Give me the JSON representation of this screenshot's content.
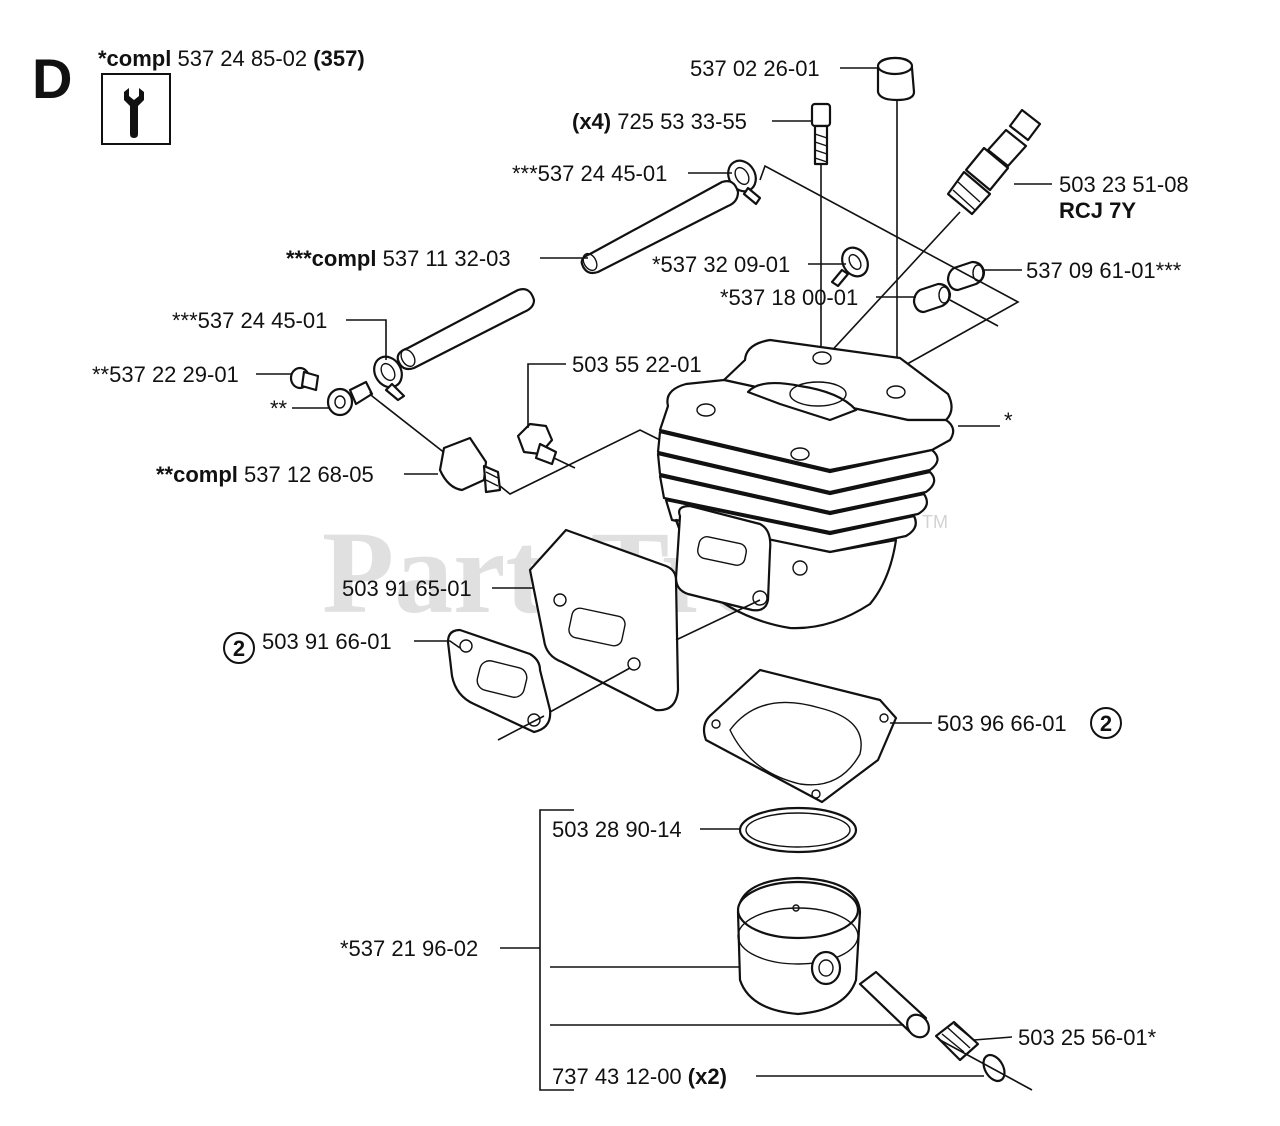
{
  "section_letter": "D",
  "header": {
    "prefix": "*compl",
    "number": "537 24 85-02",
    "suffix": "(357)"
  },
  "tool_icon": "wrench-icon",
  "watermark": "PartsTree",
  "watermark_tm": "TM",
  "labels": {
    "cap": "537 02 26-01",
    "bolt_qty": "(x4)",
    "bolt": "725 53 33-55",
    "clamp_top": "***537 24 45-01",
    "spark_plug": "503 23 51-08",
    "spark_plug_type": "RCJ 7Y",
    "hose_prefix": "***compl",
    "hose": "537 11 32-03",
    "clip_small": "*537 32 09-01",
    "sleeve_right": "537 09 61-01***",
    "sleeve_small": "*537 18 00-01",
    "clamp_left": "***537 24 45-01",
    "screw_small": "**537 22 29-01",
    "fitting": "503 55 22-01",
    "double_star": "**",
    "single_star": "*",
    "valve_prefix": "**compl",
    "valve": "537 12 68-05",
    "gasket_plate": "503 91 65-01",
    "gasket_small_badge": "2",
    "gasket_small": "503 91 66-01",
    "base_gasket": "503 96 66-01",
    "base_gasket_badge": "2",
    "ring": "503 28 90-14",
    "piston": "*537 21 96-02",
    "bearing": "503 25 56-01*",
    "circlip": "737 43 12-00",
    "circlip_qty": "(x2)"
  }
}
